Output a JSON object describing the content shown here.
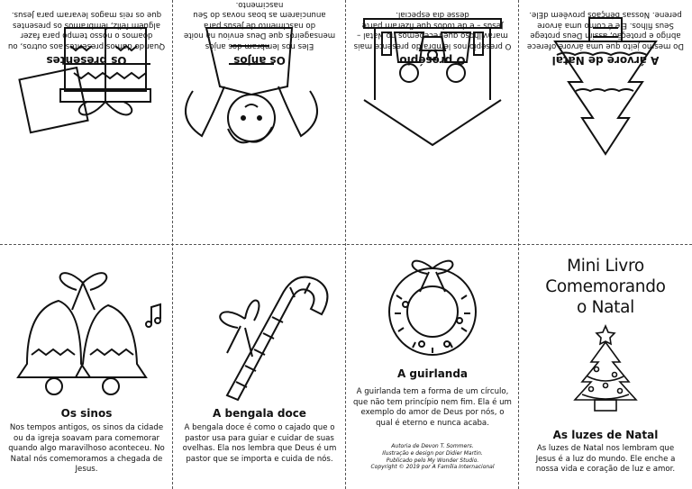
{
  "top_row": [
    {
      "title": "Os presentes",
      "text": "Quando damos presentes aos outros, ou doamos o nosso tempo para fazer alguém feliz, lembramos os presentes que os reis magos levaram para Jesus."
    },
    {
      "title": "Os anjos",
      "text": "Eles nos lembram dos anjos mensageiros que Deus enviou na noite do nascimento de Jesus para anunciarem as boas novas do Seu nascimento."
    },
    {
      "title": "O presépio",
      "text": "O presépio nos lembra do presente mais maravilhoso que recebemos no Natal – Jesus – e de todos que fizeram parte desse dia especial."
    },
    {
      "title": "A árvore de Natal",
      "text": "Do mesmo jeito que uma árvore oferece abrigo e proteção, assim Deus protege Seus filhos. Ele é como uma árvore perene. Nossas bênçãos provêem dEle."
    }
  ],
  "bottom_row": [
    {
      "title": "Os sinos",
      "text": "Nos tempos antigos, os sinos da cidade ou da igreja soavam para comemorar quando algo maravilhoso aconteceu. No Natal nós comemoramos a chegada de Jesus."
    },
    {
      "title": "A bengala doce",
      "text": "A bengala doce é como o cajado que o pastor usa para guiar e cuidar de suas ovelhas. Ela nos lembra que Deus é um pastor que se importa e cuida de nós."
    },
    {
      "title": "A guirlanda",
      "text": "A guirlanda tem a forma de um círculo, que não tem princípio nem fim. Ela é um exemplo do amor de Deus por nós, o qual é eterno e nunca acaba."
    }
  ],
  "cover": {
    "title": "Mini Livro\nComemorando\no Natal",
    "subtitle": "As luzes de Natal",
    "text": "As luzes de Natal nos lembram que Jesus é a luz do mundo. Ele enche a nossa vida e coração de luz e amor."
  },
  "credits": {
    "line1": "Autoria de Devon T. Sommers.",
    "line2": "Ilustração e design por Didier Martin.",
    "line3": "Publicado pelo My Wonder Studio.",
    "line4": "Copyright © 2019 por A Família Internacional"
  },
  "icons": [
    "gift-icon",
    "angel-icon",
    "nativity-icon",
    "christmas-tree-icon",
    "bells-icon",
    "candy-cane-icon",
    "wreath-icon",
    "tree-lights-icon"
  ]
}
